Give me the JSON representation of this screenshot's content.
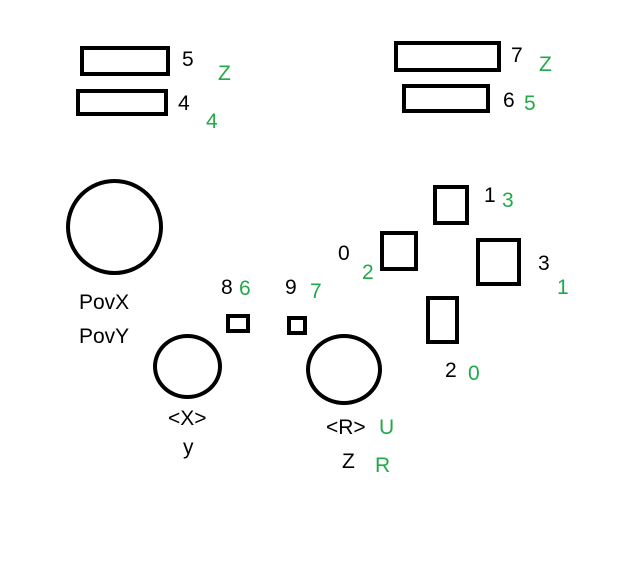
{
  "colors": {
    "outline": "#000000",
    "text": "#000000",
    "mapping": "#22a94a"
  },
  "bumpers": {
    "left_top": {
      "label": "5",
      "mapping": "Z"
    },
    "left_bottom": {
      "label": "4",
      "mapping": "4"
    },
    "right_top": {
      "label": "7",
      "mapping": "Z"
    },
    "right_bottom": {
      "label": "6",
      "mapping": "5"
    }
  },
  "pov": {
    "x_label": "PovX",
    "y_label": "PovY"
  },
  "select_button": {
    "label": "8",
    "mapping": "6"
  },
  "start_button": {
    "label": "9",
    "mapping": "7"
  },
  "left_stick": {
    "x_label": "<X>",
    "y_label": "y"
  },
  "right_stick": {
    "x_label": "<R>",
    "x_mapping": "U",
    "y_label": "Z",
    "y_mapping": "R"
  },
  "face_buttons": {
    "top": {
      "label": "1",
      "mapping": "3"
    },
    "left": {
      "label": "0",
      "mapping": "2"
    },
    "right": {
      "label": "3",
      "mapping": "1"
    },
    "bottom": {
      "label": "2",
      "mapping": "0"
    }
  }
}
